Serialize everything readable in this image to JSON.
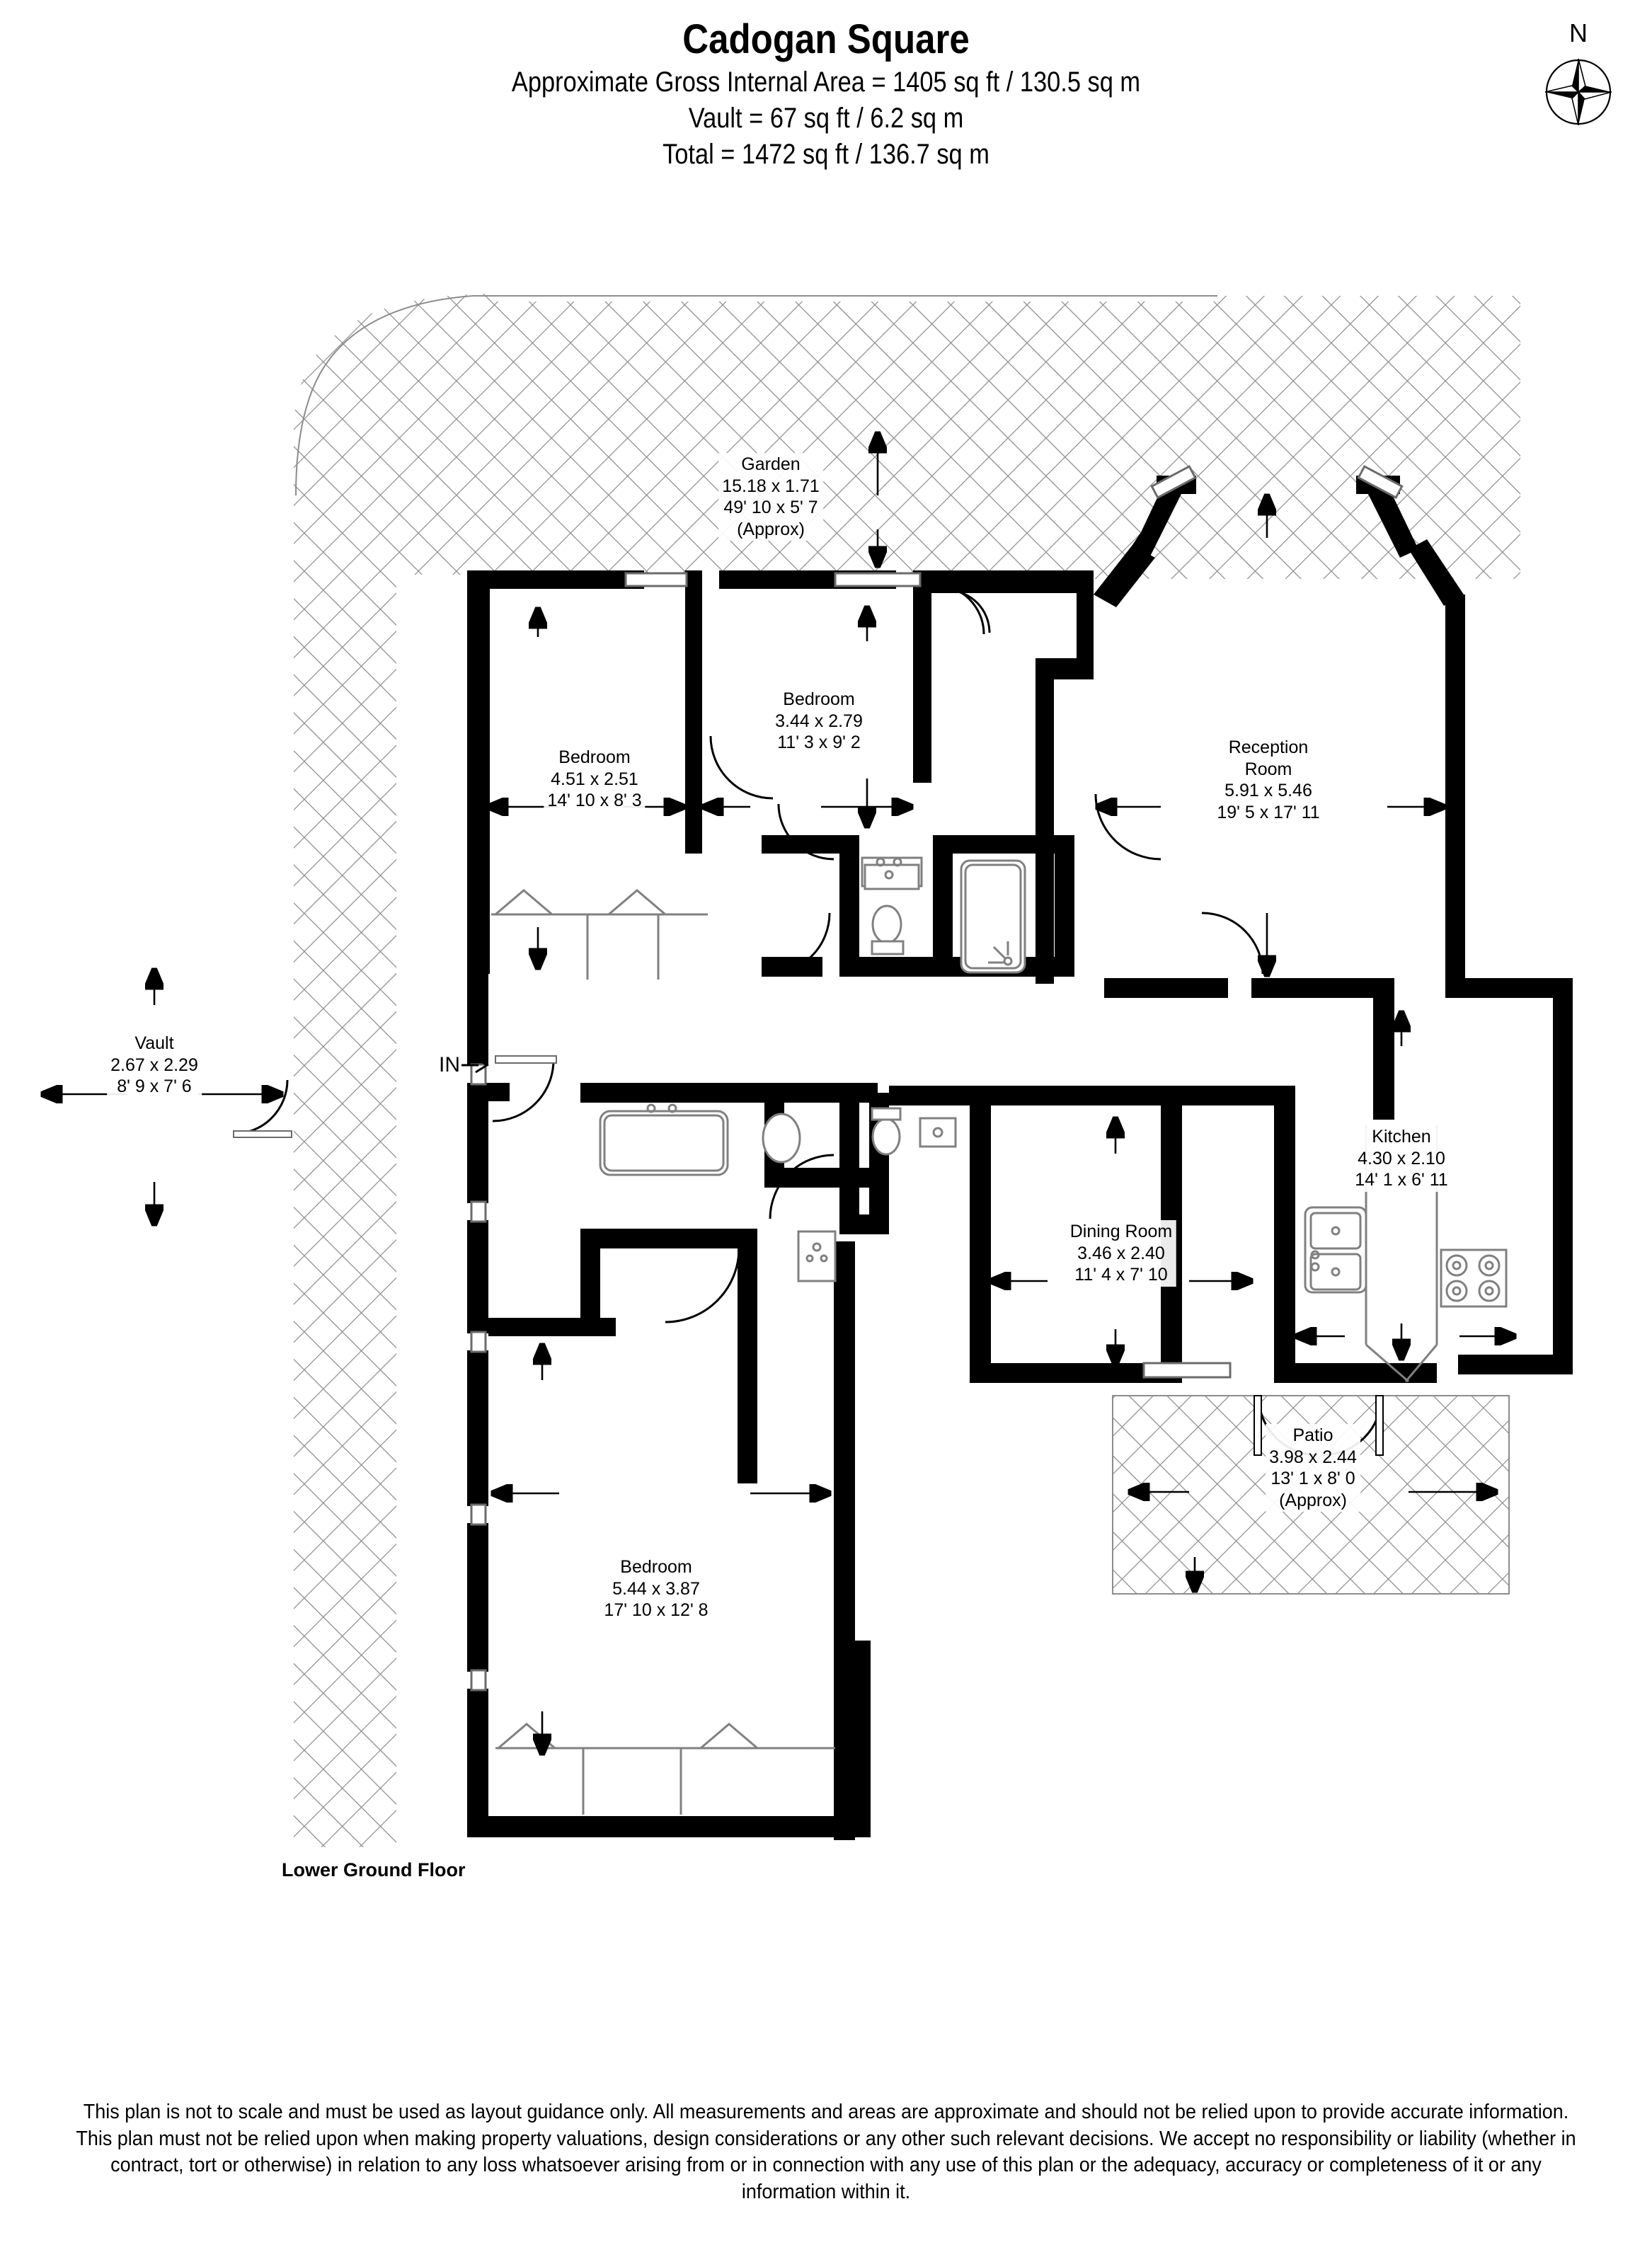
{
  "header": {
    "title": "Cadogan Square",
    "lines": [
      "Approximate Gross Internal Area = 1405 sq ft / 130.5 sq m",
      "Vault = 67 sq ft / 6.2 sq m",
      "Total = 1472 sq ft / 136.7 sq m"
    ]
  },
  "compass": {
    "north_label": "N",
    "icon": "compass-rose-icon"
  },
  "floor_label": "Lower Ground Floor",
  "entrance": {
    "label": "IN",
    "icon": "arrow-right-icon"
  },
  "rooms": [
    {
      "key": "garden",
      "name": "Garden",
      "metric": "15.18 x 1.71",
      "imperial": "49' 10 x 5' 7",
      "note": "(Approx)"
    },
    {
      "key": "bedroom_1",
      "name": "Bedroom",
      "metric": "4.51 x 2.51",
      "imperial": "14' 10 x 8' 3",
      "note": ""
    },
    {
      "key": "bedroom_2",
      "name": "Bedroom",
      "metric": "3.44 x 2.79",
      "imperial": "11' 3 x 9' 2",
      "note": ""
    },
    {
      "key": "reception_room",
      "name": "Reception",
      "name2": "Room",
      "metric": "5.91 x 5.46",
      "imperial": "19' 5 x 17' 11",
      "note": ""
    },
    {
      "key": "vault",
      "name": "Vault",
      "metric": "2.67 x 2.29",
      "imperial": "8' 9 x 7' 6",
      "note": ""
    },
    {
      "key": "kitchen",
      "name": "Kitchen",
      "metric": "4.30 x 2.10",
      "imperial": "14' 1 x 6' 11",
      "note": ""
    },
    {
      "key": "dining_room",
      "name": "Dining Room",
      "metric": "3.46 x 2.40",
      "imperial": "11' 4 x 7' 10",
      "note": ""
    },
    {
      "key": "patio",
      "name": "Patio",
      "metric": "3.98 x 2.44",
      "imperial": "13' 1 x 8' 0",
      "note": "(Approx)"
    },
    {
      "key": "bedroom_3",
      "name": "Bedroom",
      "metric": "5.44 x 3.87",
      "imperial": "17' 10 x 12' 8",
      "note": ""
    }
  ],
  "disclaimer": "This plan is not to scale and must be used as layout guidance only. All measurements and areas are approximate and should not be relied upon to provide accurate information. This plan must not be relied upon when making property valuations, design considerations or any other such relevant decisions. We accept no responsibility or liability (whether in contract, tort or otherwise) in relation to any loss whatsoever arising from or in connection with any use of this plan or the adequacy, accuracy or completeness of it or any information within it.",
  "colors": {
    "wall": "#000000",
    "hatch": "#8c8c8c",
    "fixture": "#808080",
    "background": "#ffffff"
  }
}
